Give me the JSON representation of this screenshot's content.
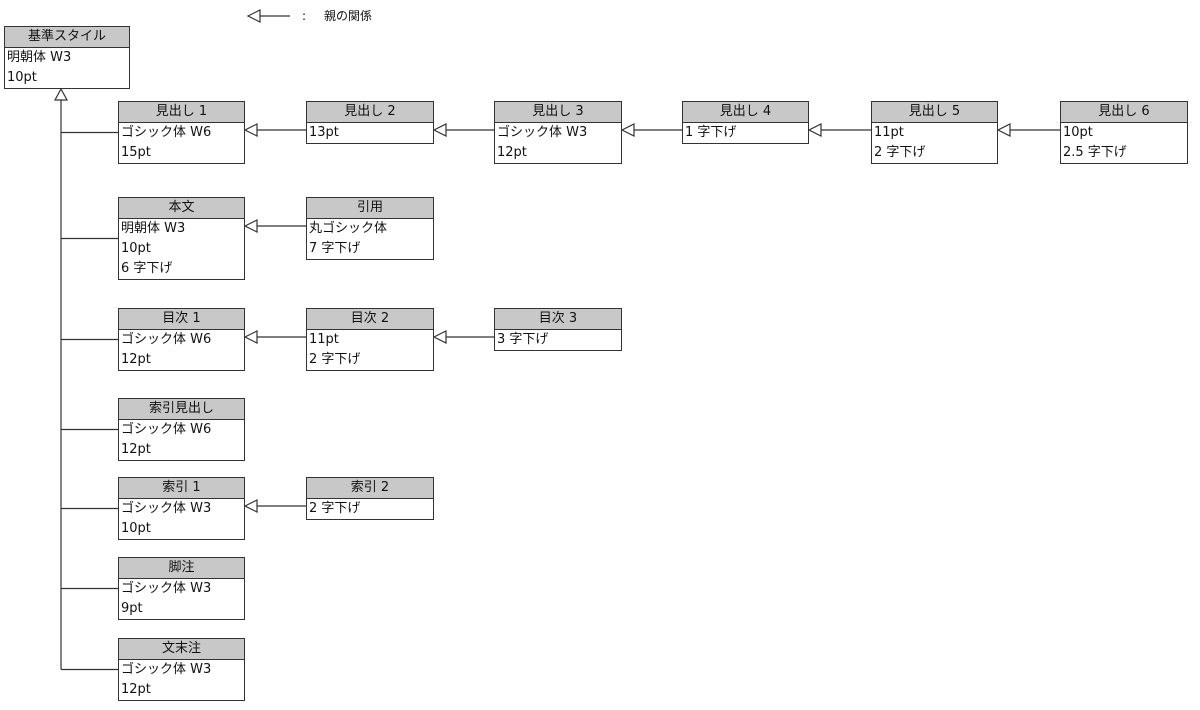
{
  "legend": {
    "colon": ":",
    "label": "親の関係"
  },
  "styles": {
    "kihon": {
      "name": "基準スタイル",
      "lines": [
        "明朝体 W3",
        "10pt"
      ]
    },
    "midashi1": {
      "name": "見出し 1",
      "lines": [
        "ゴシック体 W6",
        "15pt"
      ]
    },
    "midashi2": {
      "name": "見出し 2",
      "lines": [
        "13pt"
      ]
    },
    "midashi3": {
      "name": "見出し 3",
      "lines": [
        "ゴシック体 W3",
        "12pt"
      ]
    },
    "midashi4": {
      "name": "見出し 4",
      "lines": [
        "1 字下げ"
      ]
    },
    "midashi5": {
      "name": "見出し 5",
      "lines": [
        "11pt",
        "2 字下げ"
      ]
    },
    "midashi6": {
      "name": "見出し 6",
      "lines": [
        "10pt",
        "2.5 字下げ"
      ]
    },
    "honbun": {
      "name": "本文",
      "lines": [
        "明朝体 W3",
        "10pt",
        "6 字下げ"
      ]
    },
    "inyou": {
      "name": "引用",
      "lines": [
        "丸ゴシック体",
        "7 字下げ"
      ]
    },
    "mokuji1": {
      "name": "目次 1",
      "lines": [
        "ゴシック体 W6",
        "12pt"
      ]
    },
    "mokuji2": {
      "name": "目次 2",
      "lines": [
        "11pt",
        "2 字下げ"
      ]
    },
    "mokuji3": {
      "name": "目次 3",
      "lines": [
        "3 字下げ"
      ]
    },
    "sakuinmidashi": {
      "name": "索引見出し",
      "lines": [
        "ゴシック体 W6",
        "12pt"
      ]
    },
    "sakuin1": {
      "name": "索引 1",
      "lines": [
        "ゴシック体 W3",
        "10pt"
      ]
    },
    "sakuin2": {
      "name": "索引 2",
      "lines": [
        "2 字下げ"
      ]
    },
    "kyakuchu": {
      "name": "脚注",
      "lines": [
        "ゴシック体 W3",
        "9pt"
      ]
    },
    "bunmatsuchu": {
      "name": "文末注",
      "lines": [
        "ゴシック体 W3",
        "12pt"
      ]
    }
  }
}
